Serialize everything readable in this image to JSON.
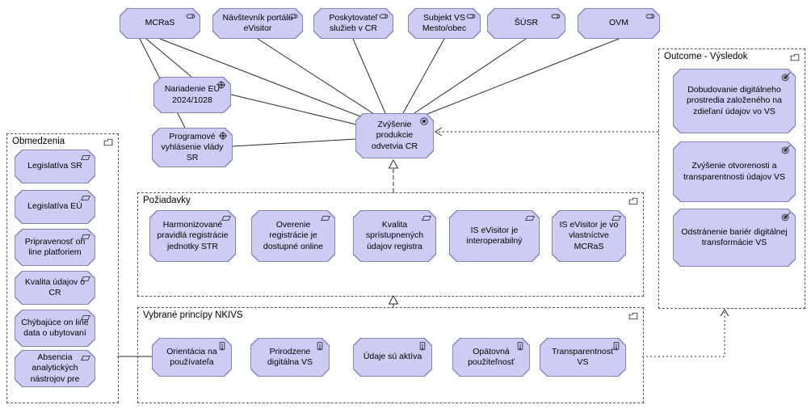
{
  "colors": {
    "box_fill": "#ccccf5",
    "box_border": "#8585bb",
    "line": "#2a2a2a",
    "group_border": "#555555"
  },
  "diagram": {
    "stakeholders": {
      "icon": "stakeholder-icon",
      "items": [
        "MCRaS",
        "Návštevník portálu eVisitor",
        "Poskytovateľ služieb v CR",
        "Subjekt VS Mesto/obec",
        "ŠÚSR",
        "OVM"
      ]
    },
    "drivers": {
      "icon": "driver-icon",
      "items": [
        "Nariadenie EÚ 2024/1028",
        "Programové vyhlásenie vlády SR"
      ]
    },
    "goal": {
      "icon": "goal-icon",
      "label": "Zvýšenie produkcie odvetvia CR"
    },
    "groups": {
      "obmedzenia": {
        "title": "Obmedzenia",
        "icon": "grouping-icon",
        "item_icon": "constraint-icon",
        "items": [
          "Legislatíva SR",
          "Legislatíva EÚ",
          "Pripravenosť on line platforiem",
          "Kvalita údajov o CR",
          "Chýbajúce on line data o ubytovaní",
          "Absencia analytických nástrojov pre"
        ]
      },
      "poziadavky": {
        "title": "Požiadavky",
        "icon": "grouping-icon",
        "item_icon": "requirement-icon",
        "items": [
          "Harmonizované pravidlá registrácie jednotky STR",
          "Overenie registrácie je dostupné online",
          "Kvalita sprístupnených údajov registra",
          "IS eVisitor je interoperabilný",
          "IS eVisitor je vo vlastníctve MCRaS"
        ]
      },
      "principy": {
        "title": "Vybrané princípy NKIVS",
        "icon": "grouping-icon",
        "item_icon": "principle-icon",
        "items": [
          "Orientácia na používateľa",
          "Prirodzene digitálna VS",
          "Údaje sú aktíva",
          "Opätovná použiteľnosť",
          "Transparentnosť VS"
        ]
      },
      "outcome": {
        "title": "Outcome - Výsledok",
        "icon": "grouping-icon",
        "item_icon": "outcome-icon",
        "items": [
          "Dobudovanie digitálneho prostredia založeného na zdieľaní údajov vo VS",
          "Zvýšenie otvorenosti a transparentnosti údajov VS",
          "Odstránenie bariér digitálnej transformácie VS"
        ]
      }
    }
  }
}
